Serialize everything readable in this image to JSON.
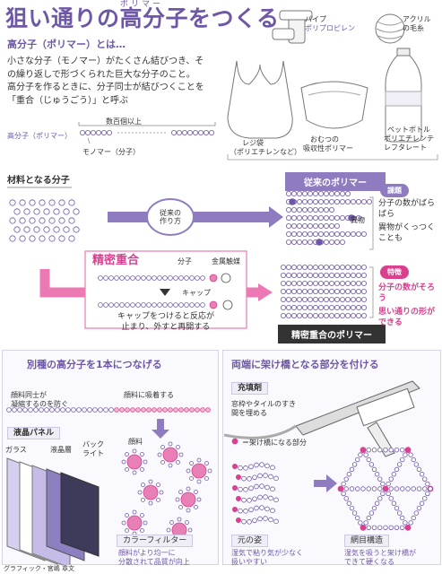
{
  "header": {
    "title": "狙い通りの高分子をつくる",
    "ruby": "ポリマー"
  },
  "intro": {
    "heading": "高分子（ポリマー）とは…",
    "text_lines": [
      "小さな分子（モノマー）がたくさん結びつき、そ",
      "の繰り返しで形づくられた巨大な分子のこと。",
      "高分子を作るときに、分子同士が結びつくことを",
      "「重合（じゅうごう）」と呼ぶ"
    ],
    "diagram": {
      "count_label": "数百個以上",
      "polymer_label": "高分子（ポリマー）",
      "monomer_label": "モノマー（分子）"
    }
  },
  "products": [
    {
      "label": "パイプ",
      "sub": "ポリプロピレン"
    },
    {
      "label": "アクリル",
      "sub": "の毛糸"
    },
    {
      "label": "レジ袋",
      "sub": "（ポリエチレンなど）"
    },
    {
      "label": "おむつの",
      "sub": "吸収性ポリマー"
    },
    {
      "label": "ペットボトル",
      "sub": "ポリエチレンテレフタレート"
    }
  ],
  "process": {
    "material_label": "材料となる分子",
    "conventional_method": "従来の作り方",
    "conventional_polymer": "従来のポリマー",
    "issue_tag": "課題",
    "issues": [
      "分子の数がばらばら",
      "異物がくっつくことも"
    ],
    "impurity_label": "異物",
    "precision_title": "精密重合",
    "molecule_label": "分子",
    "catalyst_label": "金属触媒",
    "cap_label": "キャップ",
    "cap_caption": [
      "キャップをつけると反応が",
      "止まり、外すと再開する"
    ],
    "precision_polymer": "精密重合のポリマー",
    "feature_tag": "特徴",
    "features": [
      "分子の数がそろう",
      "思い通りの形ができる"
    ]
  },
  "left_panel": {
    "title": "別種の高分子を1本につなげる",
    "pigment_prevent": [
      "顔料同士が",
      "凝縮するのを防ぐ"
    ],
    "pigment_adsorb": "顔料に吸着する",
    "lcd_panel": "液晶パネル",
    "glass": "ガラス",
    "liquid_crystal_layer": "液晶層",
    "backlight": [
      "バック",
      "ライト"
    ],
    "pigment": "顔料",
    "color_filter": "カラーフィルター",
    "result": [
      "顔料がより均一に",
      "分散されて品質が向上"
    ]
  },
  "right_panel": {
    "title": "両端に架け橋となる部分を付ける",
    "filler": "充填剤",
    "filler_desc": [
      "窓枠やタイルのすき",
      "間を埋める"
    ],
    "bridge_legend": "＝架け橋になる部分",
    "original": "元の姿",
    "original_desc": [
      "湿気で粘り気が少なく",
      "扱いやすい"
    ],
    "network": "網目構造",
    "network_desc": [
      "湿気を吸うと架け橋が",
      "できて硬くなる"
    ]
  },
  "credit": "グラフィック・宮嶋 章文",
  "colors": {
    "purple": "#6f57a8",
    "light_purple": "#b9aedb",
    "pink": "#d9408f",
    "light_pink": "#f2b6d3",
    "dark": "#333333"
  }
}
